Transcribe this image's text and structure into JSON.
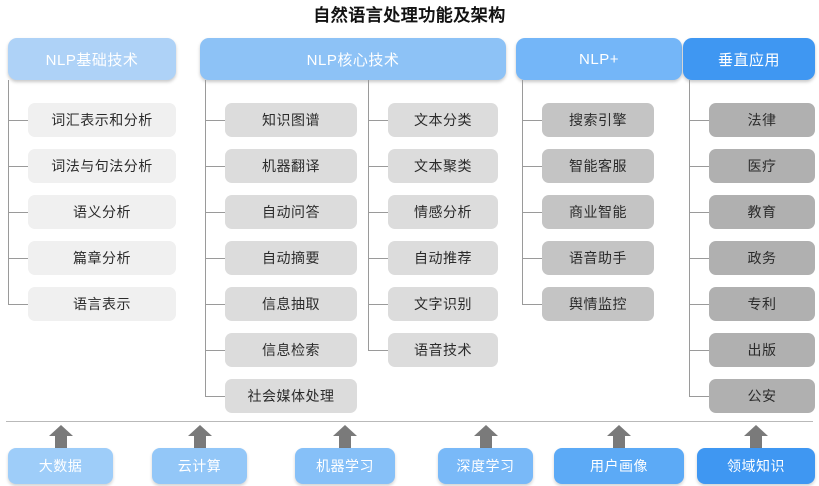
{
  "title": "自然语言处理功能及架构",
  "colors": {
    "header_l1": "#aed2f7",
    "header_l2": "#8dc2f6",
    "header_l3": "#74b6f8",
    "header_l4": "#3f97f2",
    "leaf_l1": "#f0f0f0",
    "leaf_l2": "#dcdcdc",
    "leaf_l3": "#c4c4c4",
    "leaf_l4": "#b0b0b0",
    "connector": "#9a9a9a",
    "arrow": "#7a7a7a",
    "divider": "#b9b9b9"
  },
  "columns": [
    {
      "header": "NLP基础技术",
      "groups": [
        {
          "items": [
            "词汇表示和分析",
            "词法与句法分析",
            "语义分析",
            "篇章分析",
            "语言表示"
          ]
        }
      ]
    },
    {
      "header": "NLP核心技术",
      "groups": [
        {
          "items": [
            "知识图谱",
            "机器翻译",
            "自动问答",
            "自动摘要",
            "信息抽取",
            "信息检索",
            "社会媒体处理"
          ]
        },
        {
          "items": [
            "文本分类",
            "文本聚类",
            "情感分析",
            "自动推荐",
            "文字识别",
            "语音技术"
          ]
        }
      ]
    },
    {
      "header": "NLP+",
      "groups": [
        {
          "items": [
            "搜索引擎",
            "智能客服",
            "商业智能",
            "语音助手",
            "舆情监控"
          ]
        }
      ]
    },
    {
      "header": "垂直应用",
      "groups": [
        {
          "items": [
            "法律",
            "医疗",
            "教育",
            "政务",
            "专利",
            "出版",
            "公安"
          ]
        }
      ]
    }
  ],
  "foundation": {
    "items": [
      "大数据",
      "云计算",
      "机器学习",
      "深度学习",
      "用户画像",
      "领域知识"
    ],
    "colors": [
      "#9ecdf9",
      "#93c7f8",
      "#86c0f8",
      "#79b9f8",
      "#5caaf6",
      "#3f97f2"
    ]
  },
  "watermark": ""
}
